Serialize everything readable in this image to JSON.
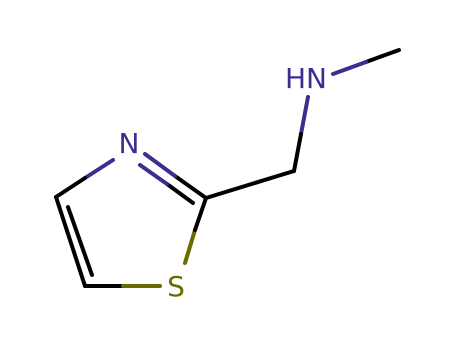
{
  "molecule": {
    "colors": {
      "carbon_bond": "#000000",
      "nitrogen": "#3b2e8e",
      "sulfur": "#6b6b00"
    },
    "atoms": {
      "amine": {
        "label": "HN",
        "element": "N"
      },
      "ring_nitrogen": {
        "label": "N",
        "element": "N"
      },
      "ring_sulfur": {
        "label": "S",
        "element": "S"
      }
    }
  }
}
